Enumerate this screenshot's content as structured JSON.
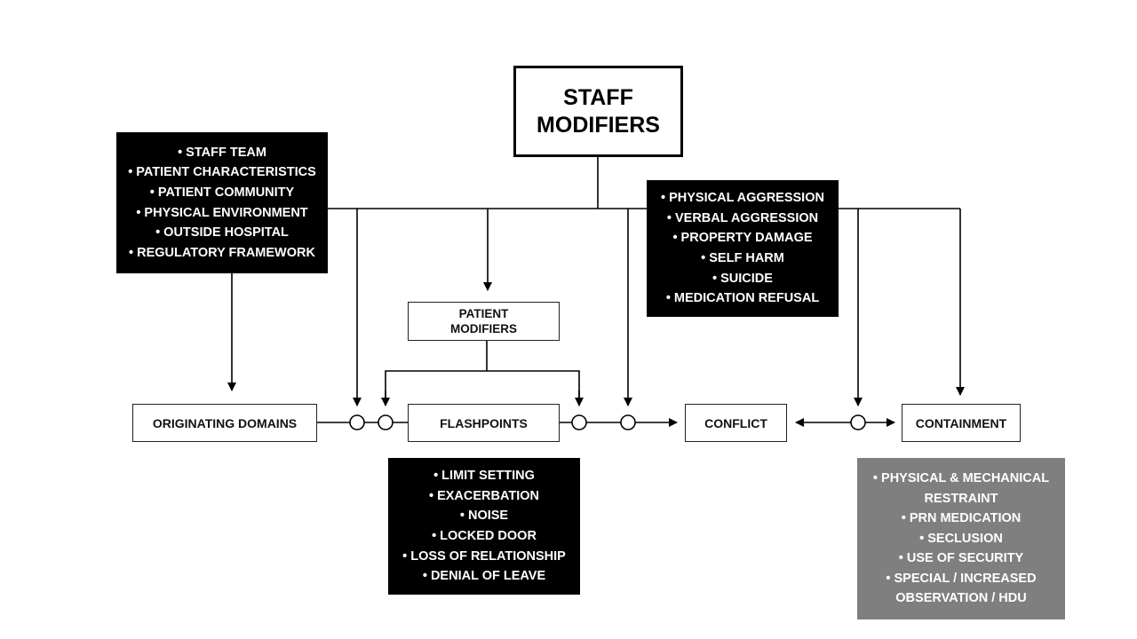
{
  "nodes": {
    "staff_modifiers": {
      "lines": [
        "STAFF",
        "MODIFIERS"
      ]
    },
    "patient_modifiers": {
      "lines": [
        "PATIENT",
        "MODIFIERS"
      ]
    },
    "originating_domains": {
      "label": "ORIGINATING DOMAINS"
    },
    "flashpoints": {
      "label": "FLASHPOINTS"
    },
    "conflict": {
      "label": "CONFLICT"
    },
    "containment": {
      "label": "CONTAINMENT"
    }
  },
  "lists": {
    "originating_domains_items": [
      "• STAFF TEAM",
      "• PATIENT CHARACTERISTICS",
      "• PATIENT COMMUNITY",
      "• PHYSICAL ENVIRONMENT",
      "• OUTSIDE HOSPITAL",
      "• REGULATORY FRAMEWORK"
    ],
    "conflict_items": [
      "• PHYSICAL AGGRESSION",
      "• VERBAL AGGRESSION",
      "• PROPERTY DAMAGE",
      "• SELF HARM",
      "• SUICIDE",
      "• MEDICATION REFUSAL"
    ],
    "flashpoint_items": [
      "• LIMIT SETTING",
      "• EXACERBATION",
      "• NOISE",
      "• LOCKED DOOR",
      "• LOSS OF RELATIONSHIP",
      "• DENIAL OF LEAVE"
    ],
    "containment_items": [
      "• PHYSICAL & MECHANICAL",
      "RESTRAINT",
      "• PRN MEDICATION",
      "• SECLUSION",
      "• USE OF SECURITY",
      "• SPECIAL / INCREASED",
      "OBSERVATION / HDU"
    ]
  },
  "colors": {
    "ink": "#000000",
    "list_box_black": "#000000",
    "list_box_grey": "#7f7f7f",
    "background": "#ffffff"
  }
}
